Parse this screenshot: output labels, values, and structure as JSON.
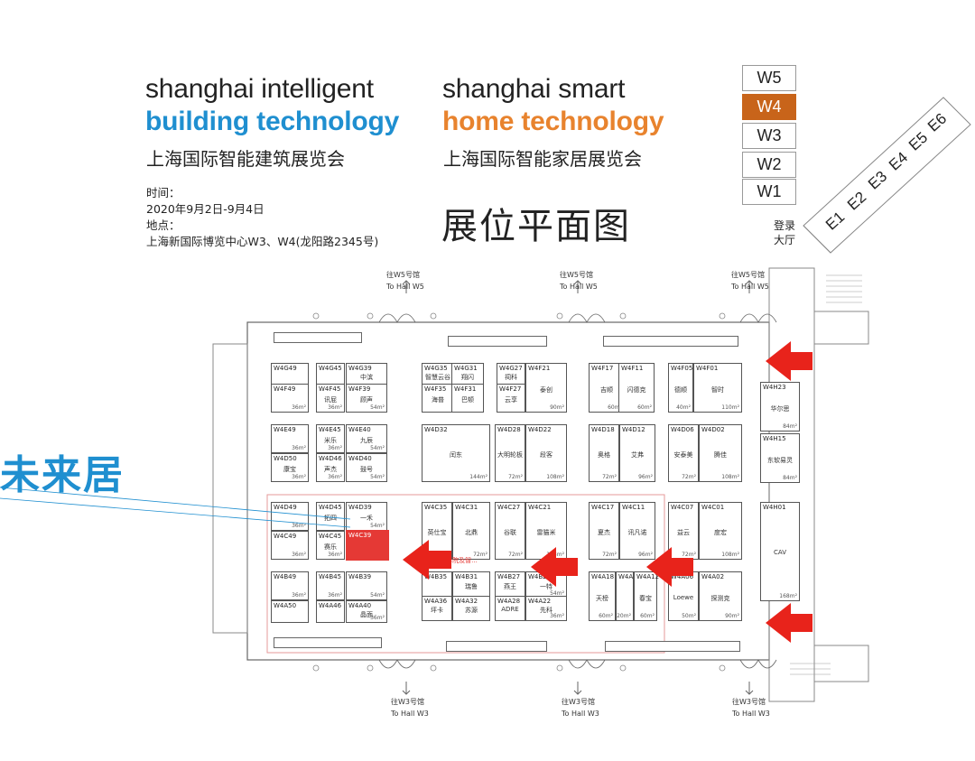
{
  "header": {
    "left_en_line1": "shanghai intelligent",
    "left_en_line2": "building technology",
    "left_cn": "上海国际智能建筑展览会",
    "right_en_line1": "shanghai smart",
    "right_en_line2": "home technology",
    "right_cn": "上海国际智能家居展览会",
    "time_label": "时间：",
    "time_value": "2020年9月2日-9月4日",
    "place_label": "地点：",
    "place_value": "上海新国际博览中心W3、W4(龙阳路2345号)",
    "plan_title": "展位平面图"
  },
  "hall_selector": {
    "items": [
      "W5",
      "W4",
      "W3",
      "W2",
      "W1"
    ],
    "active": "W4",
    "active_color": "#c8641a",
    "entrance_labels": [
      "E1",
      "E2",
      "E3",
      "E4",
      "E5",
      "E6"
    ],
    "lobby_line1": "登录",
    "lobby_line2": "大厅"
  },
  "callout": {
    "brand_text": "未来居",
    "brand_color": "#1f8fd0",
    "highlight_booth": "W4C39",
    "highlight_color": "#e53935",
    "zone_text": "...集成, 家庭影院及智..."
  },
  "directions": {
    "to_w5_cn": "往W5号馆",
    "to_w5_en": "To Hall W5",
    "to_w3_cn": "往W3号馆",
    "to_w3_en": "To Hall W3"
  },
  "booths": [
    {
      "id": "W4G49",
      "name": "",
      "area": ""
    },
    {
      "id": "W4F49",
      "name": "",
      "area": "36m²"
    },
    {
      "id": "W4G45",
      "name": "",
      "area": ""
    },
    {
      "id": "W4F45",
      "name": "讯屁",
      "area": "36m²"
    },
    {
      "id": "W4G39",
      "name": "中滨",
      "area": ""
    },
    {
      "id": "W4F39",
      "name": "顾声",
      "area": "54m²"
    },
    {
      "id": "W4G35",
      "name": "智慧云谷",
      "area": ""
    },
    {
      "id": "W4F35",
      "name": "海普",
      "area": ""
    },
    {
      "id": "W4G31",
      "name": "翔闪",
      "area": ""
    },
    {
      "id": "W4F31",
      "name": "巴顿",
      "area": ""
    },
    {
      "id": "W4G27",
      "name": "祠科",
      "area": ""
    },
    {
      "id": "W4F27",
      "name": "云享",
      "area": ""
    },
    {
      "id": "W4F21",
      "name": "泰创",
      "area": "90m²"
    },
    {
      "id": "W4F17",
      "name": "吉顺",
      "area": "60m²"
    },
    {
      "id": "W4F11",
      "name": "闪德克",
      "area": "60m²"
    },
    {
      "id": "W4F05",
      "name": "德顺",
      "area": "40m²"
    },
    {
      "id": "W4F01",
      "name": "智时",
      "area": "110m²"
    },
    {
      "id": "W4H23",
      "name": "华尔思",
      "area": "84m²"
    },
    {
      "id": "W4H15",
      "name": "东软易灵",
      "area": "84m²"
    },
    {
      "id": "W4E49",
      "name": "",
      "area": "36m²"
    },
    {
      "id": "W4D50",
      "name": "康宝",
      "area": "36m²"
    },
    {
      "id": "W4E45",
      "name": "米乐",
      "area": "36m²"
    },
    {
      "id": "W4D46",
      "name": "声杰",
      "area": "36m²"
    },
    {
      "id": "W4E40",
      "name": "九辰",
      "area": "54m²"
    },
    {
      "id": "W4D40",
      "name": "鼓号",
      "area": "54m²"
    },
    {
      "id": "W4D32",
      "name": "闰东",
      "area": "144m²"
    },
    {
      "id": "W4D28",
      "name": "大明轮板",
      "area": "72m²"
    },
    {
      "id": "W4D22",
      "name": "段客",
      "area": "108m²"
    },
    {
      "id": "W4D18",
      "name": "奥格",
      "area": "72m²"
    },
    {
      "id": "W4D12",
      "name": "艾弗",
      "area": "96m²"
    },
    {
      "id": "W4D06",
      "name": "安泰美",
      "area": "72m²"
    },
    {
      "id": "W4D02",
      "name": "腾佳",
      "area": "108m²"
    },
    {
      "id": "W4D49",
      "name": "",
      "area": "36m²"
    },
    {
      "id": "W4C49",
      "name": "",
      "area": "36m²"
    },
    {
      "id": "W4D45",
      "name": "拓四",
      "area": ""
    },
    {
      "id": "W4C45",
      "name": "赛乐",
      "area": "36m²"
    },
    {
      "id": "W4D39",
      "name": "一禾",
      "area": "54m²"
    },
    {
      "id": "W4C39",
      "name": "未来居",
      "area": ""
    },
    {
      "id": "W4C35",
      "name": "英仕宝",
      "area": "72m²"
    },
    {
      "id": "W4C31",
      "name": "北鼎",
      "area": "72m²"
    },
    {
      "id": "W4C27",
      "name": "谷联",
      "area": "72m²"
    },
    {
      "id": "W4C21",
      "name": "雷猫米",
      "area": "108m²"
    },
    {
      "id": "W4C17",
      "name": "夏杰",
      "area": "72m²"
    },
    {
      "id": "W4C11",
      "name": "讯凡诺",
      "area": "96m²"
    },
    {
      "id": "W4C07",
      "name": "益云",
      "area": "72m²"
    },
    {
      "id": "W4C01",
      "name": "度宏",
      "area": "108m²"
    },
    {
      "id": "W4H01",
      "name": "CAV",
      "area": "168m²"
    },
    {
      "id": "W4B49",
      "name": "",
      "area": "36m²"
    },
    {
      "id": "W4A50",
      "name": "",
      "area": ""
    },
    {
      "id": "W4B45",
      "name": "",
      "area": "36m²"
    },
    {
      "id": "W4A46",
      "name": "",
      "area": ""
    },
    {
      "id": "W4B39",
      "name": "",
      "area": "54m²"
    },
    {
      "id": "W4A40",
      "name": "晶面",
      "area": "36m²"
    },
    {
      "id": "W4B35",
      "name": "",
      "area": ""
    },
    {
      "id": "W4A36",
      "name": "坪卡",
      "area": ""
    },
    {
      "id": "W4B31",
      "name": "瑞鲁",
      "area": ""
    },
    {
      "id": "W4A32",
      "name": "苏源",
      "area": ""
    },
    {
      "id": "W4B27",
      "name": "燕王",
      "area": ""
    },
    {
      "id": "W4A28",
      "name": "ADRE",
      "area": ""
    },
    {
      "id": "W4B21",
      "name": "一特",
      "area": "54m²"
    },
    {
      "id": "W4A22",
      "name": "先科",
      "area": "36m²"
    },
    {
      "id": "W4A18",
      "name": "天榜",
      "area": "60m²"
    },
    {
      "id": "W4A14",
      "name": "",
      "area": "20m²"
    },
    {
      "id": "W4A12",
      "name": "春宝",
      "area": "60m²"
    },
    {
      "id": "W4A06",
      "name": "Loewe",
      "area": "50m²"
    },
    {
      "id": "W4A02",
      "name": "探测克",
      "area": "90m²"
    }
  ]
}
